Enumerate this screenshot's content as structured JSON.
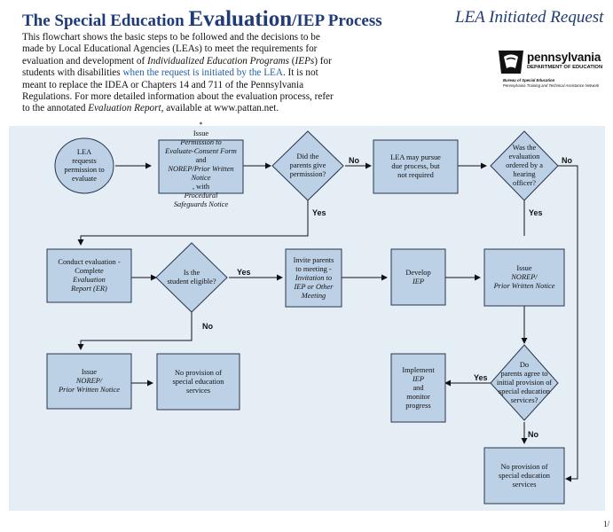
{
  "header": {
    "title_part1": "The Special Education ",
    "title_part2": "Evaluation",
    "title_part3": "/IEP Process",
    "subtitle": "LEA Initiated Request"
  },
  "intro": {
    "text_a": "This flowchart shows the basic steps to be followed and the decisions to be made by Local Educational Agencies (LEAs) to meet the requirements for evaluation and development of ",
    "text_b": "Individualized Education Programs",
    "text_c": " (",
    "text_d": "IEPs",
    "text_e": ") for students with disabilities ",
    "highlight": "when the request is initiated by the LEA",
    "text_f": ". It is not meant to replace the IDEA or Chapters 14 and 711 of the Pennsylvania Regulations. For more detailed information about the evaluation process, refer to the annotated ",
    "text_g": "Evaluation Report",
    "text_h": ", available at www.pattan.net."
  },
  "logo": {
    "name": "pennsylvania",
    "department": "DEPARTMENT OF EDUCATION",
    "bureau": "Bureau of Special Education",
    "network": "Pennsylvania Training and Technical Assistance Network"
  },
  "nodes": {
    "lea_requests": [
      "LEA",
      "requests",
      "permission to",
      "evaluate"
    ],
    "issue_permission": {
      "star": "*",
      "line1": "Issue ",
      "line1_i": "Permission to",
      "line2_i": "Evaluate-Consent Form",
      "line3": "and ",
      "line3_i": "NOREP/Prior Written",
      "line4_i": "Notice",
      "line4": ", with ",
      "line4_i2": "Procedural",
      "line5_i": "Safeguards Notice"
    },
    "did_parents": [
      "Did the",
      "parents give",
      "permission?"
    ],
    "lea_may_pursue": [
      "LEA may pursue",
      "due process, but",
      "not required"
    ],
    "was_evaluation": [
      "Was the",
      "evaluation",
      "ordered by a",
      "hearing",
      "officer?"
    ],
    "conduct_eval": {
      "line1": "Conduct evaluation -",
      "line2": "Complete ",
      "line2_i": "Evaluation",
      "line3_i": "Report (ER)"
    },
    "is_eligible": [
      "Is the",
      "student eligible?"
    ],
    "invite_parents": {
      "line1": "Invite parents",
      "line2": "to meeting -",
      "line3_i": "Invitation to",
      "line4_i": "IEP or Other",
      "line5_i": "Meeting"
    },
    "develop_iep": {
      "line1": "Develop",
      "line2_i": "IEP"
    },
    "issue_norep_1": {
      "line1": "Issue ",
      "line1_i": "NOREP/",
      "line2_i": "Prior Written Notice"
    },
    "issue_norep_2": {
      "line1": "Issue ",
      "line1_i": "NOREP/",
      "line2_i": "Prior Written Notice"
    },
    "no_provision_1": [
      "No provision of",
      "special education",
      "services"
    ],
    "do_parents_agree": [
      "Do",
      "parents agree to",
      "initial provision of",
      "special education",
      "services?"
    ],
    "implement_iep": {
      "line1": "Implement",
      "line2_i": "IEP",
      "line2": " and",
      "line3": "monitor",
      "line4": "progress"
    },
    "no_provision_2": [
      "No provision of",
      "special education",
      "services"
    ]
  },
  "labels": {
    "no_permission": "No",
    "yes_permission": "Yes",
    "no_hearing": "No",
    "yes_hearing": "Yes",
    "yes_eligible": "Yes",
    "no_eligible": "No",
    "yes_agree": "Yes",
    "no_agree": "No"
  },
  "page_number": "1/",
  "colors": {
    "title": "#1f3b7a",
    "node_fill": "#bcd0e6",
    "panel": "#e6eef5",
    "highlight": "#1f5fa8"
  }
}
